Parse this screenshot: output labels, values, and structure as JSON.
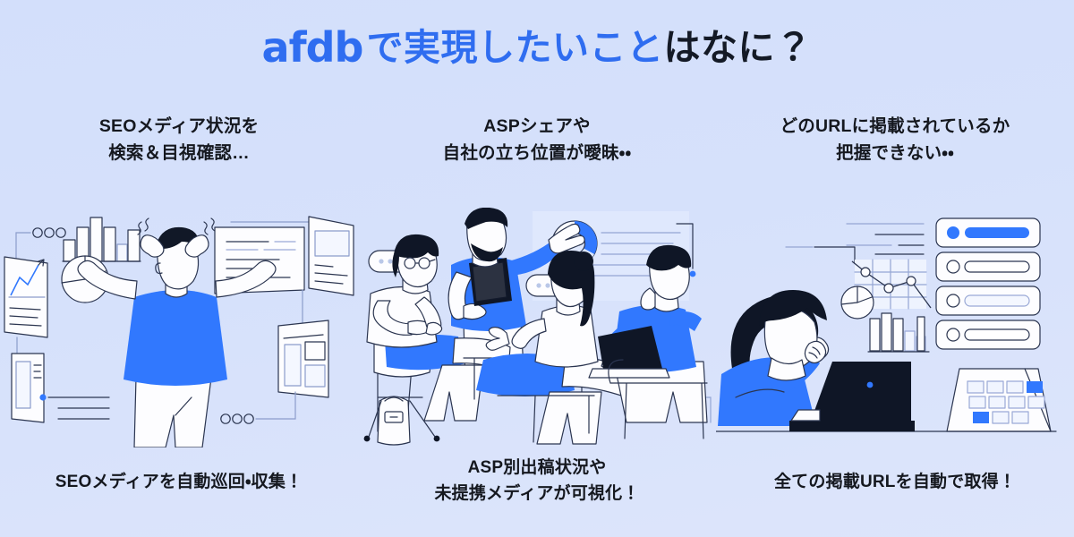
{
  "page": {
    "background_color": "#d6e1fb",
    "accent_blue": "#2f6df0",
    "illustration_blue": "#3178fe",
    "text_dark": "#15181f"
  },
  "title": {
    "logo": "afdb",
    "highlight": "で実現したいこと",
    "rest": "はなに？"
  },
  "columns": [
    {
      "id": "seo-media",
      "heading_line1": "SEOメディア状況を",
      "heading_line2": "検索＆目視確認…",
      "illustration": "stressed-man-with-documents",
      "caption_line1": "SEOメディアを自動巡回・収集！",
      "caption_line2": ""
    },
    {
      "id": "asp-share",
      "heading_line1": "ASPシェアや",
      "heading_line2": "自社の立ち位置が曖昧・・",
      "illustration": "team-meeting-with-chart",
      "caption_line1": "ASP別出稿状況や",
      "caption_line2": "未提携メディアが可視化！"
    },
    {
      "id": "url-tracking",
      "heading_line1": "どのURLに掲載されているか",
      "heading_line2": "把握できない・・",
      "illustration": "woman-at-laptop-with-dashboard",
      "caption_line1": "全ての掲載URLを自動で取得！",
      "caption_line2": ""
    }
  ]
}
